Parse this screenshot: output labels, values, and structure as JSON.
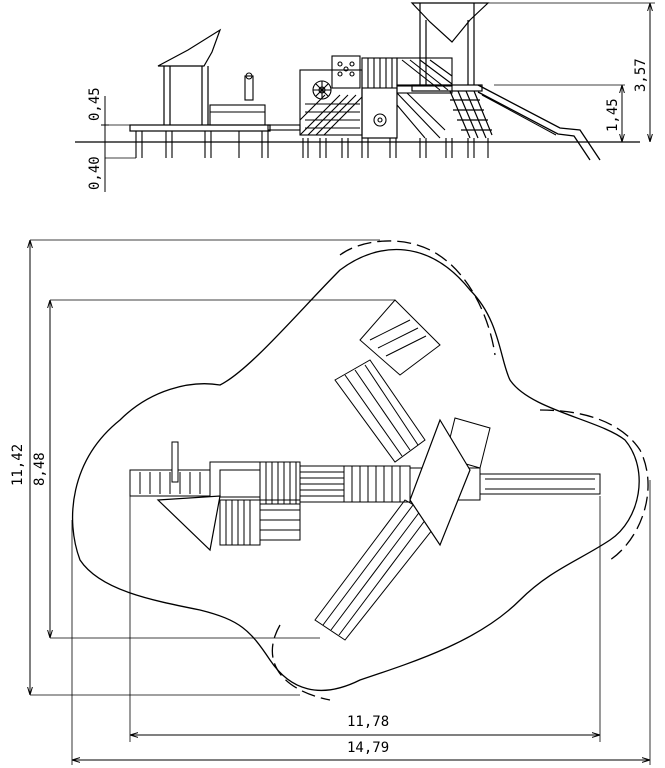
{
  "elevation": {
    "dim_total_height": "3,57",
    "dim_platform_height": "1,45",
    "dim_small_deck": "0,45",
    "dim_foundation": "0,40"
  },
  "plan": {
    "dim_area_height": "11,42",
    "dim_equipment_height": "8,48",
    "dim_equipment_width": "11,78",
    "dim_area_width": "14,79"
  }
}
